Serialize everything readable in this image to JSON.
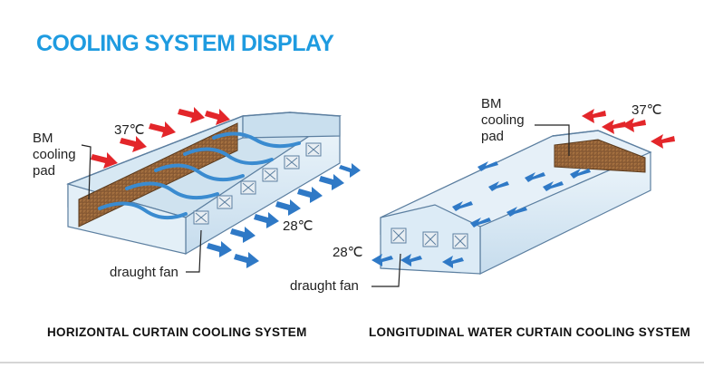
{
  "title": "COOLING SYSTEM DISPLAY",
  "left": {
    "pad_label": [
      "BM",
      "cooling",
      "pad"
    ],
    "temp_in": "37℃",
    "temp_out": "28℃",
    "fan_label": "draught fan",
    "caption": "HORIZONTAL CURTAIN COOLING SYSTEM"
  },
  "right": {
    "pad_label": [
      "BM",
      "cooling",
      "pad"
    ],
    "temp_in": "37℃",
    "temp_out": "28℃",
    "fan_label": "draught fan",
    "caption": "LONGITUDINAL WATER CURTAIN COOLING SYSTEM"
  },
  "colors": {
    "title": "#1e9be0",
    "hot_arrow": "#e3262a",
    "cool_arrow": "#2f79c6",
    "house_fill": "#dcecf6",
    "house_line": "#5c7fa0",
    "pad": "#9a6a3c"
  }
}
